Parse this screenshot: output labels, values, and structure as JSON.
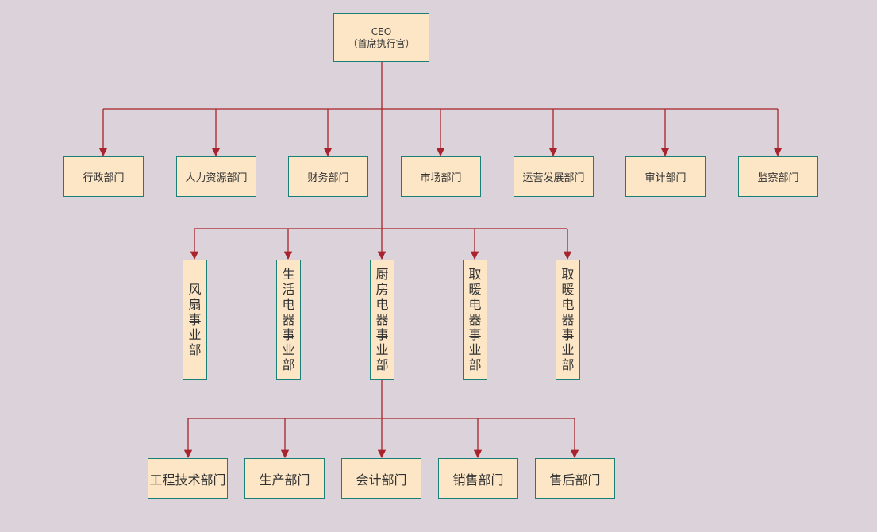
{
  "ceo": {
    "line1": "CEO",
    "line2": "（首席执行官）"
  },
  "departments": [
    "行政部门",
    "人力资源部门",
    "财务部门",
    "市场部门",
    "运营发展部门",
    "审计部门",
    "监察部门"
  ],
  "business_units": [
    "风扇事业部",
    "生活电器事业部",
    "厨房电器事业部",
    "取暖电器事业部",
    "取暖电器事业部"
  ],
  "sub_departments": [
    "工程技术部门",
    "生产部门",
    "会计部门",
    "销售部门",
    "售后部门"
  ],
  "colors": {
    "background": "#dcd2da",
    "box_fill": "#fce6c6",
    "box_border": "#1a8077",
    "connector": "#a8232b"
  }
}
